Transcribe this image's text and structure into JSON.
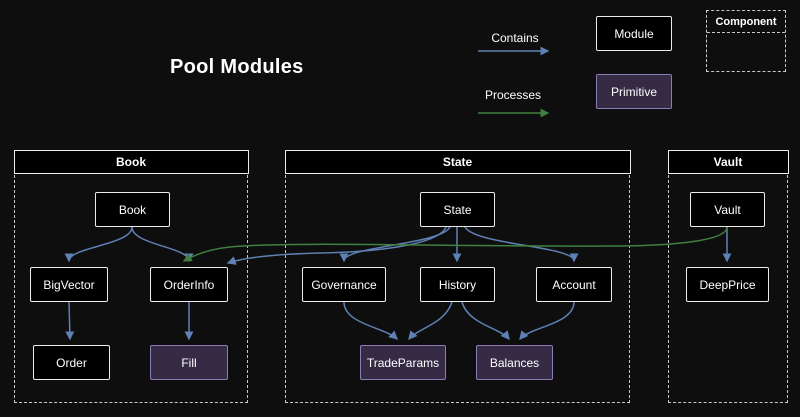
{
  "title": "Pool Modules",
  "colors": {
    "background": "#0e0e0e",
    "contains_arrow": "#5e81b5",
    "processes_arrow": "#41803f",
    "module_fill": "#000000",
    "module_border": "#ececec",
    "primitive_fill": "#352b45",
    "primitive_border": "#8d7db5"
  },
  "legend": {
    "contains": "Contains",
    "processes": "Processes",
    "module": "Module",
    "primitive": "Primitive",
    "component": "Component"
  },
  "groups": {
    "book": {
      "title": "Book",
      "nodes": {
        "book": "Book",
        "bigvector": "BigVector",
        "orderinfo": "OrderInfo",
        "order": "Order",
        "fill": "Fill"
      }
    },
    "state": {
      "title": "State",
      "nodes": {
        "state": "State",
        "governance": "Governance",
        "history": "History",
        "account": "Account",
        "tradeparams": "TradeParams",
        "balances": "Balances"
      }
    },
    "vault": {
      "title": "Vault",
      "nodes": {
        "vault": "Vault",
        "deepprice": "DeepPrice"
      }
    }
  },
  "edges": {
    "contains": [
      [
        "Book",
        "BigVector"
      ],
      [
        "Book",
        "OrderInfo"
      ],
      [
        "BigVector",
        "Order"
      ],
      [
        "OrderInfo",
        "Fill"
      ],
      [
        "State",
        "Governance"
      ],
      [
        "State",
        "History"
      ],
      [
        "State",
        "Account"
      ],
      [
        "Governance",
        "TradeParams"
      ],
      [
        "History",
        "TradeParams"
      ],
      [
        "History",
        "Balances"
      ],
      [
        "Account",
        "Balances"
      ],
      [
        "Vault",
        "DeepPrice"
      ],
      [
        "State",
        "OrderInfo"
      ]
    ],
    "processes": [
      [
        "Vault",
        "OrderInfo"
      ]
    ]
  }
}
